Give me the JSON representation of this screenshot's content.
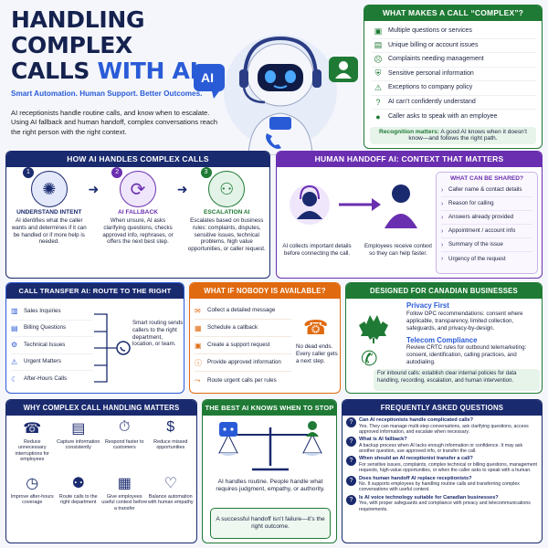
{
  "title": {
    "line1": "HANDLING COMPLEX",
    "line2a": "CALLS ",
    "line2b": "WITH AI",
    "tagline": "Smart Automation. Human Support. Better Outcomes.",
    "intro": "AI receptionists handle routine calls, and know when to escalate. Using AI fallback and human handoff, complex conversations reach the right person with the right context.",
    "ai_badge": "AI"
  },
  "complex": {
    "title": "WHAT MAKES A CALL “COMPLEX”?",
    "items": [
      "Multiple questions or services",
      "Unique billing or account issues",
      "Complaints needing management",
      "Sensitive personal information",
      "Exceptions to company policy",
      "AI can’t confidently understand",
      "Caller asks to speak with an employee"
    ],
    "note_bold": "Recognition matters:",
    "note": " A good AI knows when it doesn’t know—and follows the right path."
  },
  "how": {
    "title": "HOW AI HANDLES COMPLEX CALLS",
    "steps": [
      {
        "num": "1",
        "title": "UNDERSTAND INTENT",
        "text": "AI identifies what the caller wants and determines if it can be handled or if more help is needed."
      },
      {
        "num": "2",
        "title": "AI FALLBACK",
        "text": "When unsure, AI asks clarifying questions, checks approved info, rephrases, or offers the next best step."
      },
      {
        "num": "3",
        "title": "ESCALATION AI",
        "text": "Escalates based on business rules: complaints, disputes, sensitive issues, technical problems, high value opportunities, or caller request."
      }
    ]
  },
  "handoff": {
    "title": "HUMAN HANDOFF AI: CONTEXT THAT MATTERS",
    "cap1": "AI collects important details before connecting the call.",
    "cap2": "Employees receive context so they can help faster.",
    "shared_title": "WHAT CAN BE SHARED?",
    "shared": [
      "Caller name & contact details",
      "Reason for calling",
      "Answers already provided",
      "Appointment / account info",
      "Summary of the issue",
      "Urgency of the request"
    ]
  },
  "transfer": {
    "title": "CALL TRANSFER AI: ROUTE TO THE RIGHT PERSON",
    "items": [
      "Sales Inquiries",
      "Billing Questions",
      "Technical Issues",
      "Urgent Matters",
      "After-Hours Calls"
    ],
    "text": "Smart routing sends callers to the right department, location, or team."
  },
  "nobody": {
    "title": "WHAT IF NOBODY IS AVAILABLE?",
    "items": [
      "Collect a detailed message",
      "Schedule a callback",
      "Create a support request",
      "Provide approved information",
      "Route urgent calls per rules"
    ],
    "note": "No dead ends. Every caller gets a next step."
  },
  "canada": {
    "title": "DESIGNED FOR CANADIAN BUSINESSES",
    "h1": "Privacy First",
    "p1": "Follow OPC recommendations: consent where applicable, transparency, limited collection, safeguards, and privacy-by-design.",
    "h2": "Telecom Compliance",
    "p2": "Review CRTC rules for outbound telemarketing: consent, identification, calling practices, and autodialing.",
    "box": "For inbound calls: establish clear internal policies for data handling, recording, escalation, and human intervention."
  },
  "why": {
    "title": "WHY COMPLEX CALL HANDLING MATTERS",
    "items": [
      "Reduce unnecessary interruptions for employees",
      "Capture information consistently",
      "Respond faster to customers",
      "Reduce missed opportunities",
      "Improve after-hours coverage",
      "Route calls to the right department",
      "Give employees useful context before a transfer",
      "Balance automation with human empathy"
    ]
  },
  "best": {
    "title": "THE BEST AI KNOWS WHEN TO STOP",
    "text": "AI handles routine. People handle what requires judgment, empathy, or authority.",
    "quote": "A successful handoff isn’t failure—it’s the right outcome."
  },
  "faq": {
    "title": "FREQUENTLY ASKED QUESTIONS",
    "items": [
      {
        "q": "Can AI receptionists handle complicated calls?",
        "a": "Yes. They can manage multi-step conversations, ask clarifying questions, access approved information, and escalate when necessary."
      },
      {
        "q": "What is AI fallback?",
        "a": "A backup process when AI lacks enough information or confidence. It may ask another question, use approved info, or transfer the call."
      },
      {
        "q": "When should an AI receptionist transfer a call?",
        "a": "For sensitive issues, complaints, complex technical or billing questions, management requests, high-value opportunities, or when the caller asks to speak with a human."
      },
      {
        "q": "Does human handoff AI replace receptionists?",
        "a": "No. It supports employees by handling routine calls and transferring complex conversations with useful context."
      },
      {
        "q": "Is AI voice technology suitable for Canadian businesses?",
        "a": "Yes, with proper safeguards and compliance with privacy and telecommunications requirements."
      }
    ]
  },
  "colors": {
    "navy": "#1a2a6e",
    "green": "#1f7a35",
    "purple": "#6a2fb0",
    "orange": "#e06a10",
    "blue": "#2a5bd7"
  }
}
